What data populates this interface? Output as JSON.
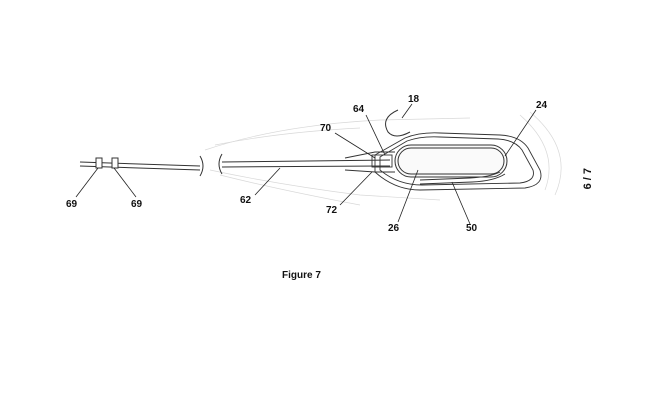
{
  "figure": {
    "caption": "Figure 7",
    "sheet_label": "6 / 7",
    "reference_labels": [
      "18",
      "24",
      "64",
      "70",
      "62",
      "72",
      "26",
      "50",
      "69",
      "69"
    ]
  }
}
